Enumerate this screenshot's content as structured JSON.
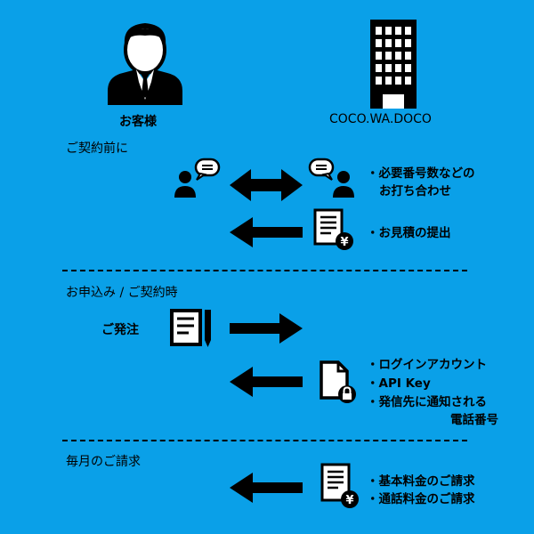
{
  "actors": {
    "customer_label": "お客様",
    "company_label": "COCO.WA.DOCO"
  },
  "sections": {
    "pre_contract": {
      "title": "ご契約前に",
      "step1_bullets": [
        "・必要番号数などの",
        "お打ち合わせ"
      ],
      "step2_bullets": [
        "・お見積の提出"
      ]
    },
    "application": {
      "title": "お申込み / ご契約時",
      "order_label": "ご発注",
      "delivery_bullets": [
        "・ログインアカウント",
        "・API Key",
        "・発信先に通知される",
        "電話番号"
      ]
    },
    "monthly": {
      "title": "毎月のご請求",
      "billing_bullets": [
        "・基本料金のご請求",
        "・通話料金のご請求"
      ]
    }
  },
  "icons": {
    "customer": "businessman-icon",
    "company": "office-building-icon",
    "chat_left": "chat-person-icon",
    "chat_right": "chat-person-icon",
    "estimate": "estimate-document-yen-icon",
    "order": "order-form-pen-icon",
    "credentials": "locked-document-icon",
    "invoice": "invoice-yen-icon"
  },
  "colors": {
    "background": "#0aa0e8",
    "ink": "#000000"
  }
}
